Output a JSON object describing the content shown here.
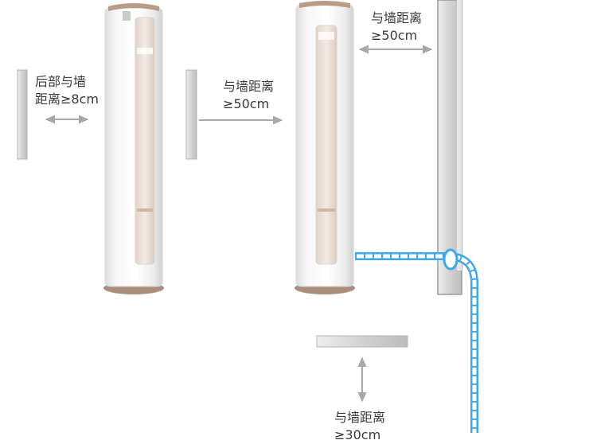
{
  "labels": {
    "rear": {
      "line1": "后部与墙",
      "line2": "距离≥8cm"
    },
    "side": {
      "line1": "与墙距离",
      "line2": "≥50cm"
    },
    "right": {
      "line1": "与墙距离",
      "line2": "≥50cm"
    },
    "bottom": {
      "line1": "与墙距离",
      "line2": "≥30cm"
    }
  },
  "colors": {
    "unit_body": "#f4f4f3",
    "unit_base": "#a98f7c",
    "panel": "#e9ddd6",
    "wall": "#cfcfcf",
    "wall_edge": "#9a9a9a",
    "arrow": "#a8a8a8",
    "pipe": "#3da8ea",
    "text": "#3a3a3a"
  }
}
